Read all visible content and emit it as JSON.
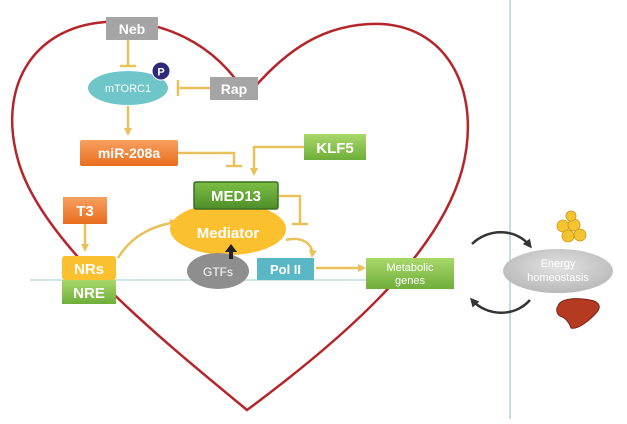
{
  "colors": {
    "heart": "#b5262b",
    "arrow": "#e8c15a",
    "gray_box": "#a5a5a5",
    "mtorc": "#6fc6c9",
    "p_badge": "#2d2a7a",
    "orange": "#f07d30",
    "green": "#8cc84b",
    "dark_green": "#5b9a34",
    "yellow": "#fbc02d",
    "gtf": "#8e8e8e",
    "pol": "#5ab8c4",
    "membrane": "#cfe6ea",
    "divider": "#bfdfe4",
    "energy": "#c6c6c6",
    "circ_arrow": "#333333"
  },
  "nodes": {
    "neb": "Neb",
    "mtorc1": "mTORC1",
    "p": "P",
    "rap": "Rap",
    "mir208a": "miR-208a",
    "klf5": "KLF5",
    "med13": "MED13",
    "mediator": "Mediator",
    "t3": "T3",
    "nrs": "NRs",
    "nre": "NRE",
    "gtfs": "GTFs",
    "pol2": "Pol II",
    "metabolic1": "Metabolic",
    "metabolic2": "genes",
    "energy1": "Energy",
    "energy2": "homeostasis"
  },
  "icons": {
    "fat": "fat-droplets-icon",
    "liver": "liver-icon"
  }
}
